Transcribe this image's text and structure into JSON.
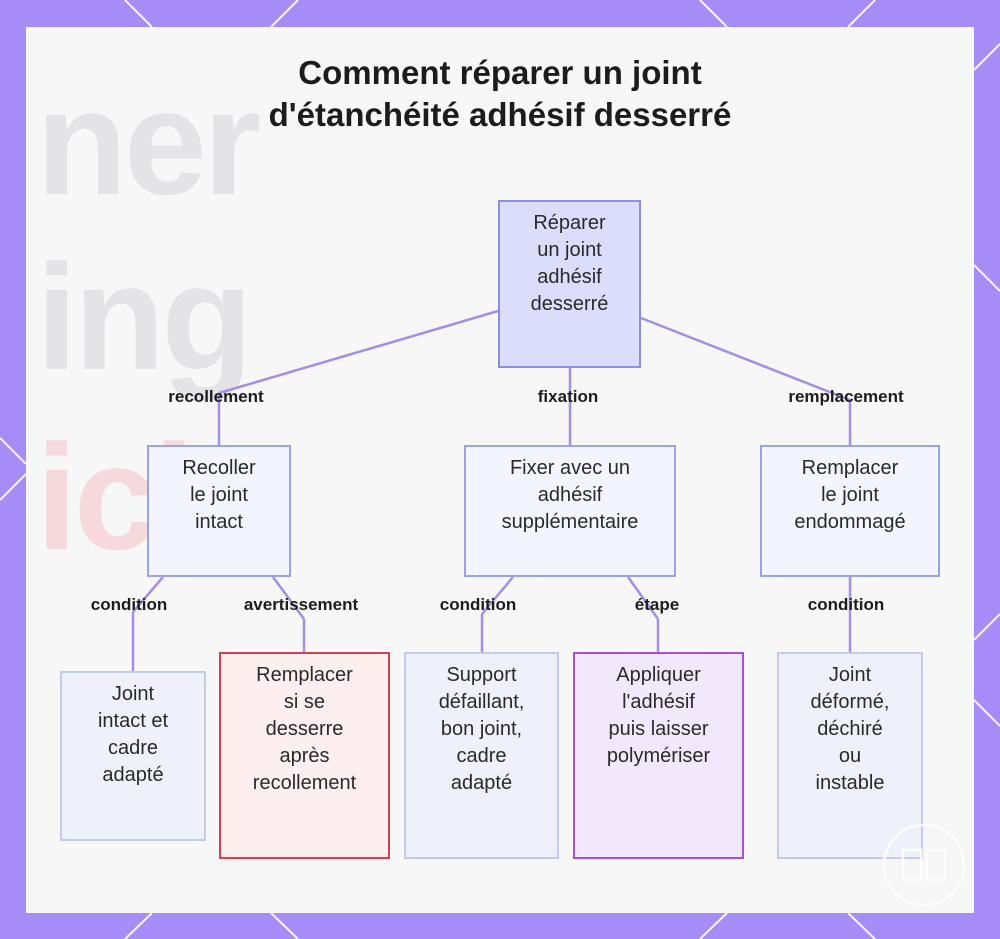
{
  "title": {
    "line1": "Comment réparer un joint",
    "line2": "d'étanchéité adhésif desserré"
  },
  "nodes": {
    "root": [
      "Réparer",
      "un joint",
      "adhésif",
      "desserré"
    ],
    "recoller": [
      "Recoller",
      "le joint",
      "intact"
    ],
    "fixer": [
      "Fixer avec un",
      "adhésif",
      "supplémentaire"
    ],
    "remplacer": [
      "Remplacer",
      "le joint",
      "endommagé"
    ],
    "cond1": [
      "Joint",
      "intact et",
      "cadre",
      "adapté"
    ],
    "warn": [
      "Remplacer",
      "si se",
      "desserre",
      "après",
      "recollement"
    ],
    "cond2": [
      "Support",
      "défaillant,",
      "bon joint,",
      "cadre",
      "adapté"
    ],
    "step": [
      "Appliquer",
      "l'adhésif",
      "puis laisser",
      "polymériser"
    ],
    "cond3": [
      "Joint",
      "déformé,",
      "déchiré",
      "ou",
      "instable"
    ]
  },
  "edge_labels": {
    "recollement": "recollement",
    "fixation": "fixation",
    "remplacement": "remplacement",
    "condition_1": "condition",
    "avertissement": "avertissement",
    "condition_2": "condition",
    "etape": "étape",
    "condition_3": "condition"
  },
  "colors": {
    "frame": "#a58cf6",
    "edge": "#a58fe4",
    "warn_border": "#d2424e",
    "step_border": "#a353d6"
  },
  "icons": {
    "logo": "monogram-logo-icon"
  }
}
